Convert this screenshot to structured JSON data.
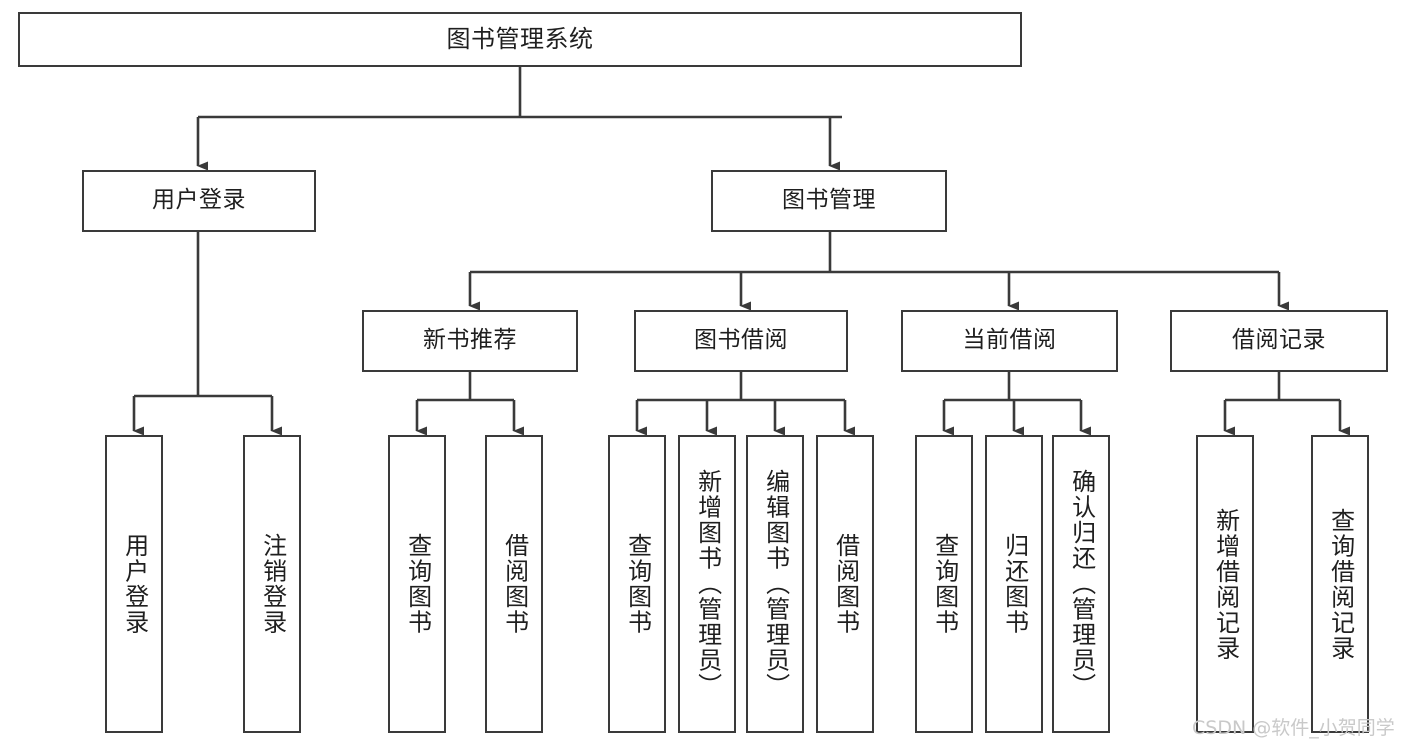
{
  "diagram": {
    "title": "图书管理系统",
    "type": "functional-structure-tree",
    "line_color": "#3a3a3a",
    "box_fill": "#ffffff",
    "text_color": "#1f1f1f",
    "watermark": "CSDN @软件_小贺同学",
    "watermark_color": "#c9c9c9"
  },
  "nodes": {
    "root": {
      "label": "图书管理系统",
      "level": 1
    },
    "level2": [
      {
        "id": "user-login",
        "label": "用户登录"
      },
      {
        "id": "book-management",
        "label": "图书管理"
      }
    ],
    "level3": [
      {
        "id": "new-book-recommend",
        "label": "新书推荐",
        "parent": "book-management"
      },
      {
        "id": "book-borrow",
        "label": "图书借阅",
        "parent": "book-management"
      },
      {
        "id": "current-borrow",
        "label": "当前借阅",
        "parent": "book-management"
      },
      {
        "id": "borrow-record",
        "label": "借阅记录",
        "parent": "book-management"
      }
    ],
    "leaves": [
      {
        "id": "leaf-user-login",
        "label": "用户登录",
        "parent": "user-login"
      },
      {
        "id": "leaf-logout-login",
        "label": "注销登录",
        "parent": "user-login"
      },
      {
        "id": "leaf-query-book-1",
        "label": "查询图书",
        "parent": "new-book-recommend"
      },
      {
        "id": "leaf-borrow-book-1",
        "label": "借阅图书",
        "parent": "new-book-recommend"
      },
      {
        "id": "leaf-query-book-2",
        "label": "查询图书",
        "parent": "book-borrow"
      },
      {
        "id": "leaf-add-book",
        "label": "新增图书（管理员）",
        "parent": "book-borrow"
      },
      {
        "id": "leaf-edit-book",
        "label": "编辑图书（管理员）",
        "parent": "book-borrow"
      },
      {
        "id": "leaf-borrow-book-2",
        "label": "借阅图书",
        "parent": "book-borrow"
      },
      {
        "id": "leaf-query-book-3",
        "label": "查询图书",
        "parent": "current-borrow"
      },
      {
        "id": "leaf-return-book",
        "label": "归还图书",
        "parent": "current-borrow"
      },
      {
        "id": "leaf-confirm-return",
        "label": "确认归还（管理员）",
        "parent": "current-borrow"
      },
      {
        "id": "leaf-add-record",
        "label": "新增借阅记录",
        "parent": "borrow-record"
      },
      {
        "id": "leaf-query-record",
        "label": "查询借阅记录",
        "parent": "borrow-record"
      }
    ]
  }
}
